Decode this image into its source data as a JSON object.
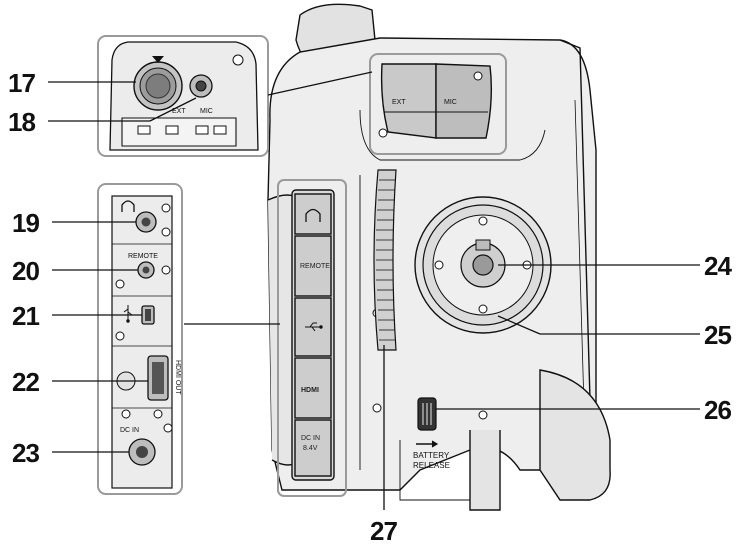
{
  "callouts": {
    "n17": "17",
    "n18": "18",
    "n19": "19",
    "n20": "20",
    "n21": "21",
    "n22": "22",
    "n23": "23",
    "n24": "24",
    "n25": "25",
    "n26": "26",
    "n27": "27"
  },
  "inset_top": {
    "ext_label": "EXT",
    "mic_label": "MIC"
  },
  "inset_side": {
    "remote_label": "REMOTE",
    "hdmi_out_label": "HDMI OUT",
    "dc_in_label": "DC IN"
  },
  "camera": {
    "cover_ext_label": "EXT",
    "cover_mic_label": "MIC",
    "side_remote_label": "REMOTE",
    "side_hdmi_label": "HDMI",
    "side_dcin_label": "DC IN",
    "side_dcin_voltage": "8.4V",
    "battery_release_line1": "BATTERY",
    "battery_release_line2": "RELEASE"
  },
  "colors": {
    "line": "#111111",
    "inset_border": "#9a9a9a",
    "camera_fill": "#e8e8e8",
    "shade": "#cfcfcf"
  }
}
